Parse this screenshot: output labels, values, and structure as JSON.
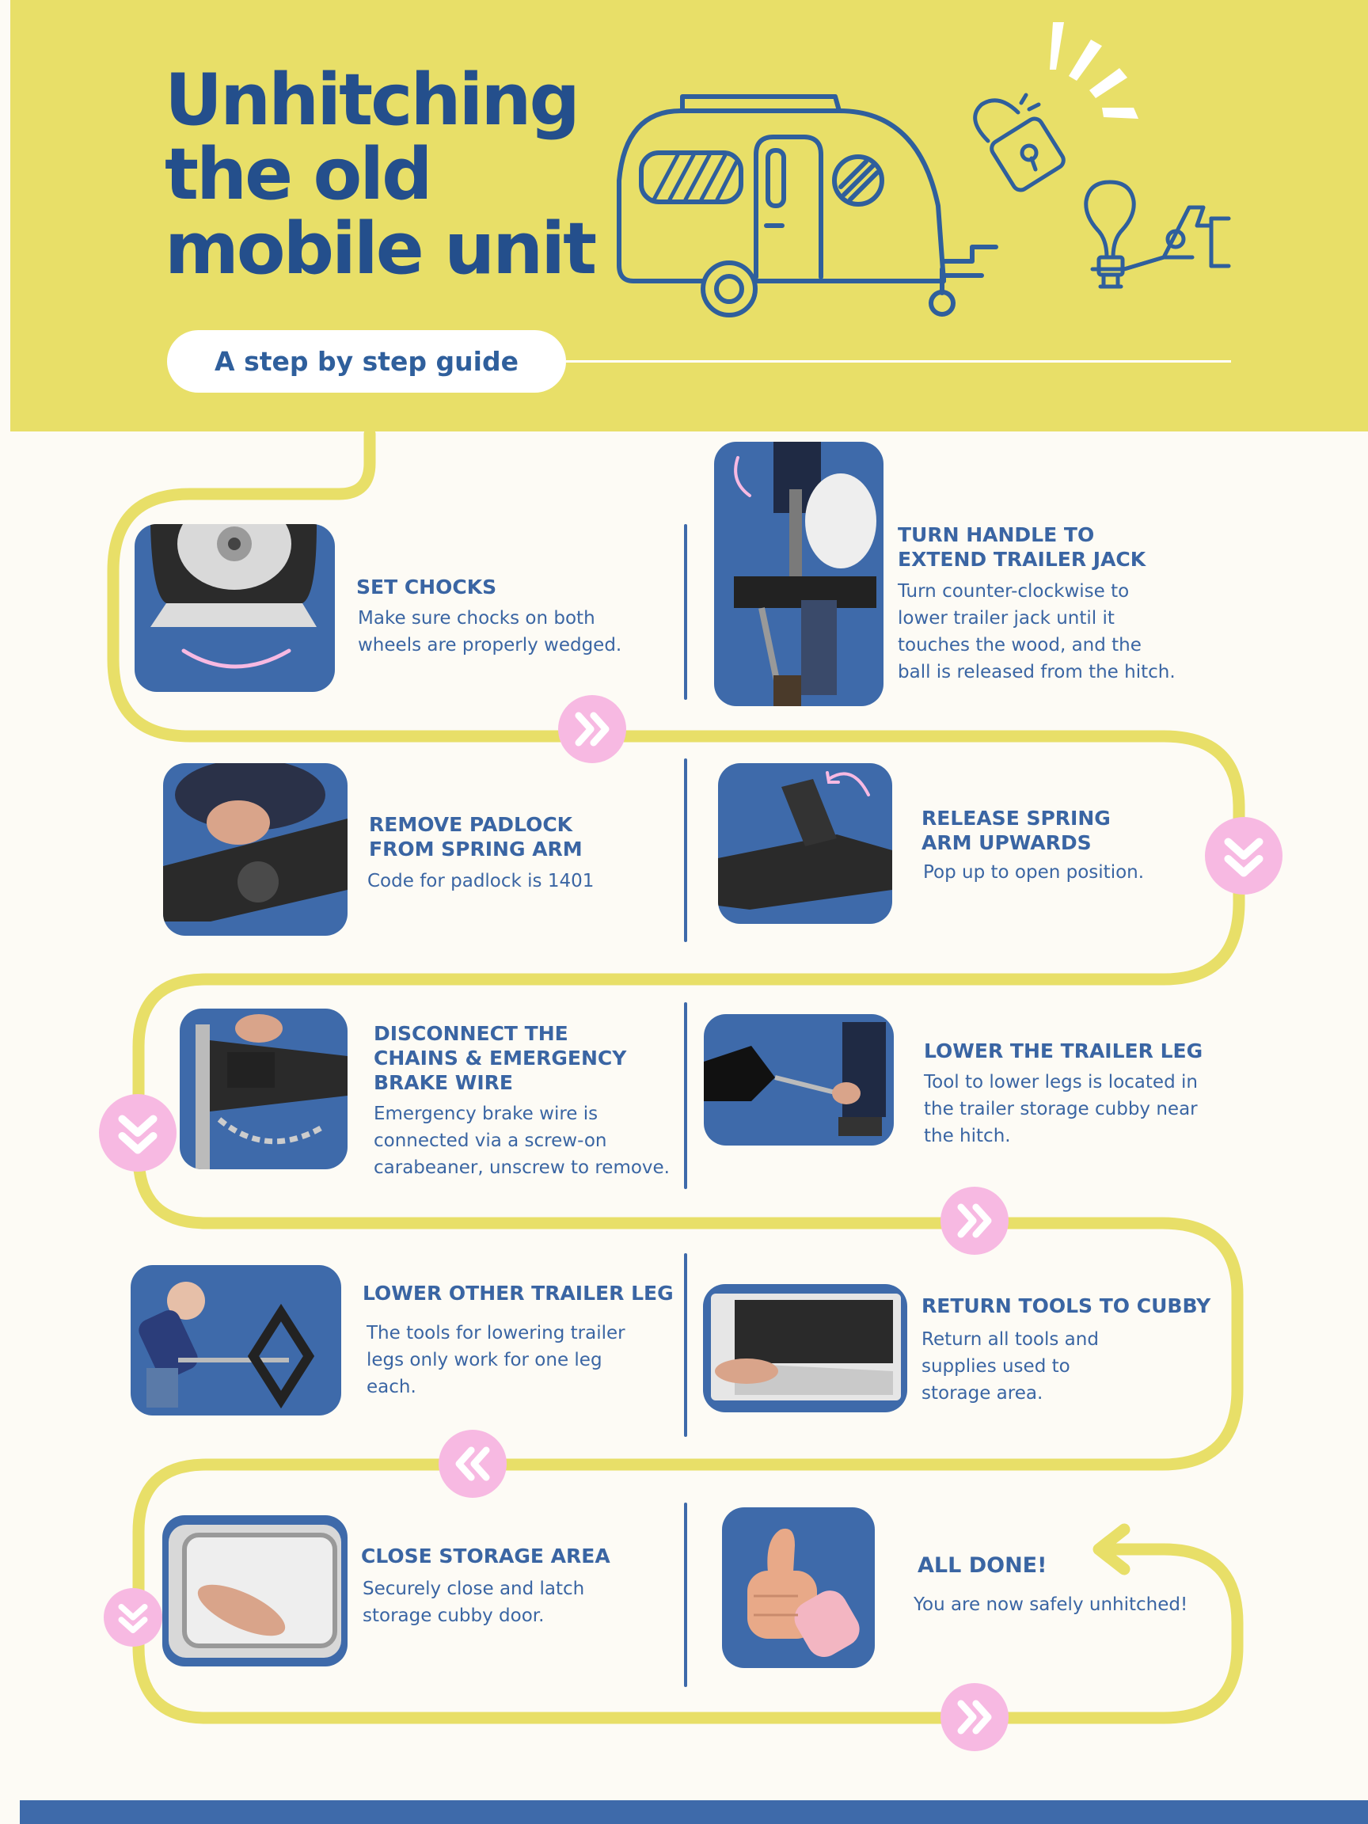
{
  "header": {
    "title": "Unhitching\nthe old\nmobile unit",
    "subtitle": "A step by step guide"
  },
  "steps": [
    {
      "title": "SET CHOCKS",
      "description": "Make sure chocks on both\nwheels are properly wedged."
    },
    {
      "title": "TURN HANDLE TO\nEXTEND TRAILER JACK",
      "description": "Turn counter-clockwise to\nlower trailer jack until it\ntouches the wood, and the\nball is released from the hitch."
    },
    {
      "title": "REMOVE PADLOCK\nFROM SPRING ARM",
      "description": "Code for padlock is 1401"
    },
    {
      "title": "RELEASE SPRING\nARM UPWARDS",
      "description": "Pop up to open position."
    },
    {
      "title": "DISCONNECT THE\nCHAINS & EMERGENCY\nBRAKE WIRE",
      "description": "Emergency brake wire is\nconnected via a screw-on\ncarabeaner, unscrew to remove."
    },
    {
      "title": "LOWER THE TRAILER LEG",
      "description": "Tool to lower legs is located in\nthe trailer storage cubby near\nthe hitch."
    },
    {
      "title": "LOWER OTHER TRAILER LEG",
      "description": "The tools for lowering trailer\nlegs only work for one leg\neach."
    },
    {
      "title": "RETURN TOOLS TO CUBBY",
      "description": "Return all tools and\nsupplies used to\nstorage area."
    },
    {
      "title": "CLOSE STORAGE AREA",
      "description": "Securely close and latch\nstorage cubby door."
    },
    {
      "title": "ALL DONE!",
      "description": "You are now safely unhitched!"
    }
  ],
  "icons": {
    "header": [
      "camper-trailer-icon",
      "padlock-icon",
      "light-bulb-icon",
      "trailer-hitch-icon"
    ],
    "badges": [
      "chevrons-right-icon",
      "chevrons-down-icon",
      "chevrons-left-icon"
    ]
  },
  "colors": {
    "header_background": "#e8df68",
    "path_yellow": "#e8df68",
    "primary_blue": "#3e6aaa",
    "title_blue": "#244f8c",
    "badge_pink": "#f7b9e2",
    "page_background": "#fdfbf5"
  }
}
